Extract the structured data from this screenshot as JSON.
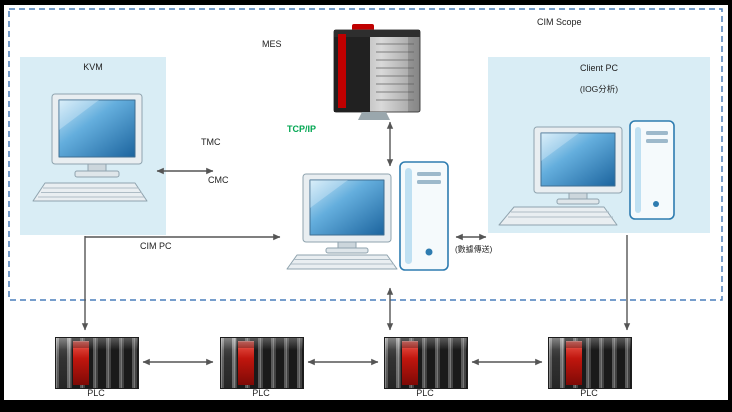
{
  "diagram": {
    "scope_label": "CIM Scope",
    "mes": {
      "label": "MES"
    },
    "tcpip": {
      "label": "TCP/IP"
    },
    "kvm": {
      "label": "KVM"
    },
    "tmc_label": "TMC",
    "cmc_label": "CMC",
    "cim_pc": {
      "label": "CIM PC"
    },
    "client_pc": {
      "label": "Client PC",
      "sublabel": "(IOG分析)"
    },
    "client_link_label": "(數據傳送)",
    "plc_label": "PLC",
    "plc_count": 4,
    "colors": {
      "scope_border": "#4a7ebb",
      "zone_fill": "#d9edf5",
      "tcpip_text": "#00a651",
      "arrow": "#555555",
      "screen_blue": "#1c649e",
      "plc_red": "#c0160e",
      "server_red": "#c00000"
    }
  }
}
